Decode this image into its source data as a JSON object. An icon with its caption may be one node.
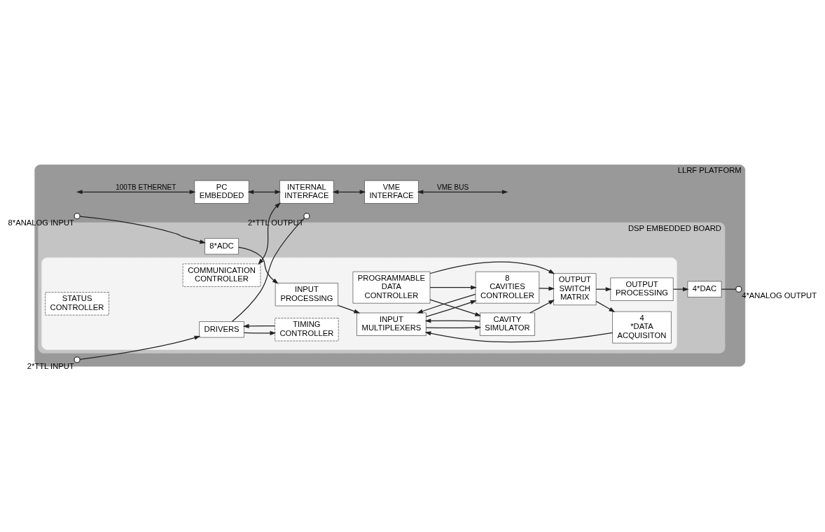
{
  "diagram": {
    "nodes": [
      {
        "text": [
          "LLRF PLATFORM"
        ]
      },
      {
        "text": [
          "DSP EMBEDDED BOARD"
        ],
        "in": 0
      },
      {
        "text": [],
        "shape": "box",
        "in": 1
      },
      {
        "text": [],
        "shape": "circle",
        "beside": [
          "8*ANALOG INPUT"
        ],
        "in": 0
      },
      {
        "text": [
          "8*ADC"
        ],
        "in": 1
      },
      {
        "text": [
          "INPUT PROCESSING"
        ],
        "in": 2
      },
      {
        "text": [
          "INPUT MULTIPLEXERS"
        ],
        "in": 2
      },
      {
        "text": [
          "CAVITY SIMULATOR"
        ],
        "in": 2
      },
      {
        "text": [
          "PROGRAMMABLE DATA CONTROLLER"
        ],
        "in": 2
      },
      {
        "text": [
          "8 CAVITIES CONTROLLER"
        ],
        "in": 2
      },
      {
        "text": [
          "OUTPUT SWITCH MATRIX"
        ],
        "in": 2
      },
      {
        "text": [
          "4 *DATA ACQUISITON"
        ],
        "in": 2
      },
      {
        "text": [
          "OUTPUT PROCESSING"
        ],
        "in": 2
      },
      {
        "text": [
          "4*DAC"
        ],
        "in": 1
      },
      {
        "text": [],
        "shape": "circle",
        "beside": [
          "4*ANALOG OUTPUT"
        ],
        "in": 0
      },
      {
        "text": [],
        "shape": "circle",
        "beside": [
          "2*TTL INPUT"
        ],
        "in": 0
      },
      {
        "text": [],
        "shape": "circle",
        "beside": [
          "2*TTL OUTPUT"
        ],
        "in": 0
      },
      {
        "text": [
          "DRIVERS"
        ],
        "in": 2
      },
      {
        "text": [
          "TIMING CONTROLLER"
        ],
        "in": 2
      },
      {
        "text": [
          "COMMUNICATION CONTROLLER"
        ],
        "in": 2
      },
      {
        "text": [
          "STATUS CONTROLLER"
        ],
        "in": 2
      },
      {
        "text": [
          "PC EMBEDDED"
        ],
        "in": 0
      },
      {
        "text": [
          "INTERNAL INTERFACE"
        ],
        "in": 0
      },
      {
        "text": [
          "VME INTERFACE"
        ],
        "in": 0
      }
    ],
    "edges": [
      {
        "from": 3,
        "to": 4,
        "arrow": "to"
      },
      {
        "from": 4,
        "to": 5,
        "arrow": "to"
      },
      {
        "from": 5,
        "to": 6,
        "arrow": "to"
      },
      {
        "from": 6,
        "to": 7,
        "arrow": "to"
      },
      {
        "from": 6,
        "to": 9,
        "arrow": "to"
      },
      {
        "from": 7,
        "to": 10,
        "arrow": "to"
      },
      {
        "from": 7,
        "to": 6,
        "arrow": "to"
      },
      {
        "from": 11,
        "to": 6,
        "arrow": "to"
      },
      {
        "from": 9,
        "to": 10,
        "arrow": "to"
      },
      {
        "from": 9,
        "to": 6,
        "arrow": "to"
      },
      {
        "from": 8,
        "to": 7,
        "arrow": "to"
      },
      {
        "from": 8,
        "to": 9,
        "arrow": "to"
      },
      {
        "from": 8,
        "to": 10,
        "arrow": "to"
      },
      {
        "from": 10,
        "to": 11,
        "arrow": "to"
      },
      {
        "from": 10,
        "to": 12,
        "arrow": "to"
      },
      {
        "from": 12,
        "to": 13,
        "arrow": "to"
      },
      {
        "from": 13,
        "to": 14,
        "arrow": "none"
      },
      {
        "from": 15,
        "to": 17,
        "arrow": "to"
      },
      {
        "from": 17,
        "to": 16,
        "arrow": "none"
      },
      {
        "from": 17,
        "to": 18,
        "arrow": "to"
      },
      {
        "from": 18,
        "to": 17,
        "arrow": "to"
      },
      {
        "from": 19,
        "to": 22,
        "arrow": "both"
      },
      {
        "from": null,
        "to": 21,
        "arrow": "both",
        "label": "100TB ETHERNET"
      },
      {
        "from": 21,
        "to": 22,
        "arrow": "both"
      },
      {
        "from": 22,
        "to": 23,
        "arrow": "both"
      },
      {
        "from": 23,
        "to": null,
        "arrow": "both",
        "label": "VME BUS"
      }
    ]
  }
}
